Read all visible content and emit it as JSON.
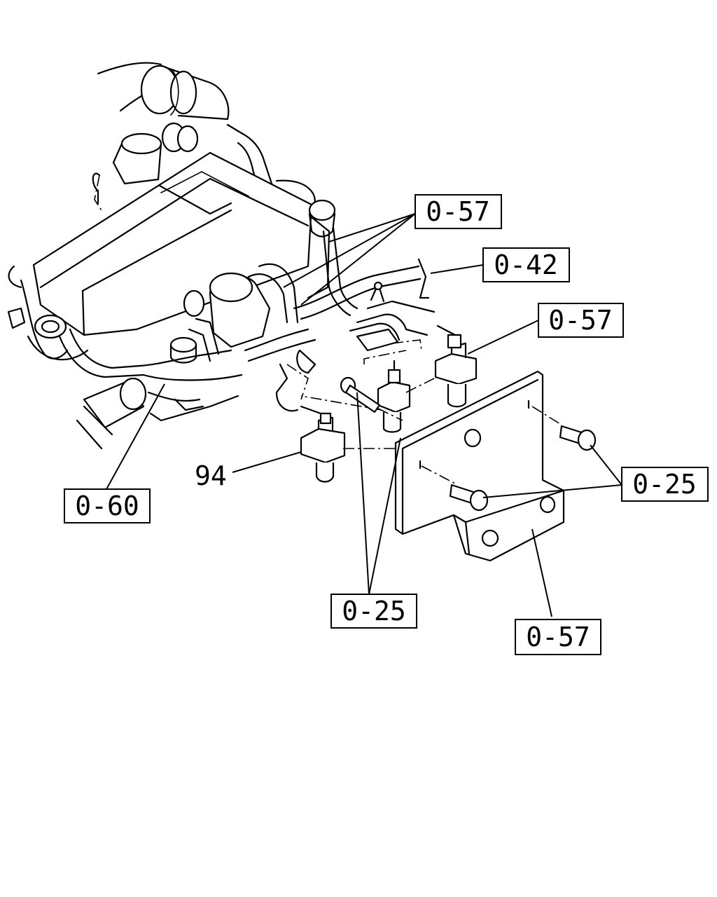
{
  "callouts": [
    {
      "id": "c1",
      "label": "0-57"
    },
    {
      "id": "c2",
      "label": "0-42"
    },
    {
      "id": "c3",
      "label": "0-57"
    },
    {
      "id": "c4",
      "label": "0-25"
    },
    {
      "id": "c5",
      "label": "0-60"
    },
    {
      "id": "c6",
      "label": "0-25"
    },
    {
      "id": "c7",
      "label": "0-57"
    }
  ],
  "part_number_label": "94",
  "icons": {
    "engine": "engine-assembly-drawing",
    "bracket": "mounting-bracket-drawing",
    "valve": "solenoid-valve-drawing",
    "bolt": "bolt-drawing"
  }
}
